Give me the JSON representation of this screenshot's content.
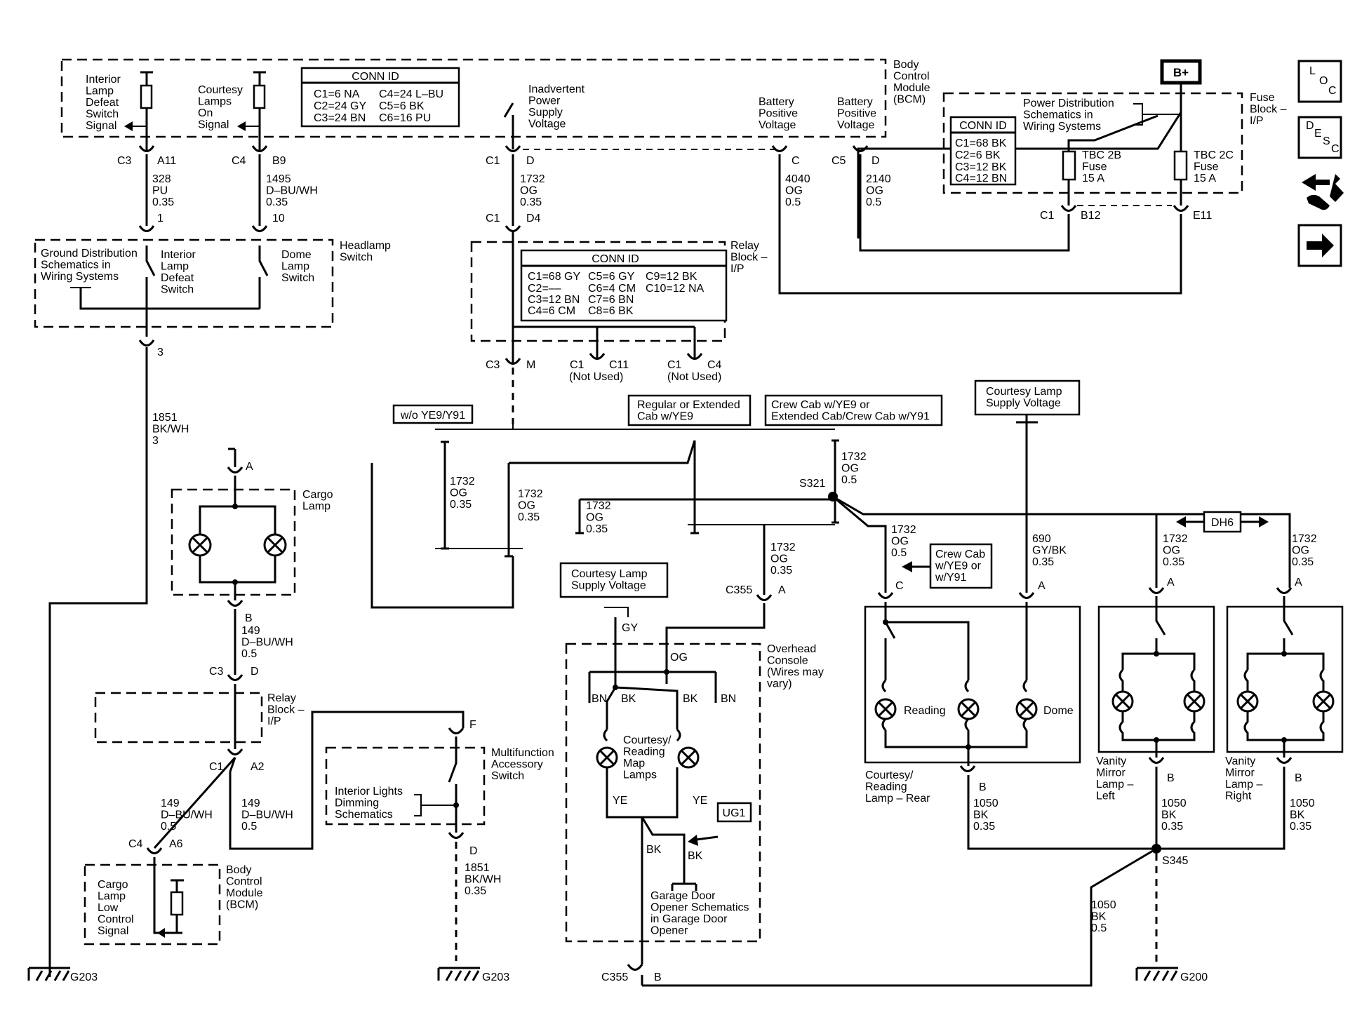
{
  "modules": {
    "bcm_top": "Body|Control|Module|(BCM)",
    "bcm_bottom": "Body|Control|Module|(BCM)",
    "fuse_block": "Fuse|Block –|I/P",
    "relay_block": "Relay|Block –|I/P",
    "relay_block2": "Relay|Block –|I/P",
    "headlamp_switch": "Headlamp|Switch",
    "multifunction_switch": "Multifunction|Accessory|Switch",
    "overhead_console": "Overhead|Console|(Wires may|vary)",
    "cargo_lamp": "Cargo|Lamp"
  },
  "signals": {
    "interior_defeat": "Interior|Lamp|Defeat|Switch|Signal",
    "courtesy_on": "Courtesy|Lamps|On|Signal",
    "inadvertent": "Inadvertent|Power|Supply|Voltage",
    "batt_pos_1": "Battery|Positive|Voltage",
    "batt_pos_2": "Battery|Positive|Voltage",
    "cargo_low": "Cargo|Lamp|Low|Control|Signal",
    "b_plus": "B+",
    "pds": "Power Distribution|Schematics in|Wiring Systems",
    "gds": "Ground Distribution|Schematics in|Wiring Systems",
    "ild_schem": "Interior Lights|Dimming|Schematics",
    "garage": "Garage Door|Opener Schematics|in Garage Door|Opener",
    "interior_defeat_switch": "Interior|Lamp|Defeat|Switch",
    "dome_switch": "Dome|Lamp|Switch",
    "courtesy_supply_1": "Courtesy Lamp|Supply Voltage",
    "courtesy_supply_2": "Courtesy Lamp|Supply Voltage"
  },
  "conn_ids": {
    "bcm": {
      "title": "CONN ID",
      "rows": [
        [
          "C1=6 NA",
          "C4=24 L–BU"
        ],
        [
          "C2=24 GY",
          "C5=6 BK"
        ],
        [
          "C3=24 BN",
          "C6=16 PU"
        ]
      ]
    },
    "fuse": {
      "title": "CONN ID",
      "rows": [
        "C1=68 BK",
        "C2=6 BK",
        "C3=12 BK",
        "C4=12 BN"
      ]
    },
    "relay": {
      "title": "CONN ID",
      "rows": [
        [
          "C1=68 GY",
          "C5=6 GY",
          "C9=12 BK"
        ],
        [
          "C2=––",
          "C6=4 CM",
          "C10=12 NA"
        ],
        [
          "C3=12 BN",
          "C7=6 BN",
          ""
        ],
        [
          "C4=6 CM",
          "C8=6 BK",
          ""
        ]
      ]
    }
  },
  "fuses": {
    "tbc2b": "TBC 2B|Fuse|15 A",
    "tbc2c": "TBC 2C|Fuse|15 A"
  },
  "options": {
    "wo": "w/o YE9/Y91",
    "reg": "Regular or Extended|Cab w/YE9",
    "crew": "Crew Cab w/YE9 or|Extended Cab/Crew Cab w/Y91",
    "crew2": "Crew Cab|w/YE9 or|w/Y91",
    "ug1": "UG1",
    "dh6": "DH6"
  },
  "connectors": {
    "c3_a11": [
      "C3",
      "A11"
    ],
    "c4_b9": [
      "C4",
      "B9"
    ],
    "c1_d": [
      "C1",
      "D"
    ],
    "c_top": [
      "C"
    ],
    "c5_d": [
      "C5",
      "D"
    ],
    "c1_b12": [
      "C1",
      "B12"
    ],
    "e11": [
      "E11"
    ],
    "c1_d4": [
      "C1",
      "D4"
    ],
    "c3_m": [
      "C3",
      "M"
    ],
    "c1_c11": [
      "C1",
      "C11",
      "(Not Used)"
    ],
    "c1_c4": [
      "C1",
      "C4",
      "(Not Used)"
    ],
    "hs_1": [
      "1"
    ],
    "hs_10": [
      "10"
    ],
    "hs_3": [
      "3"
    ],
    "cargo_a": [
      "A"
    ],
    "cargo_b": [
      "B"
    ],
    "c3_d": [
      "C3",
      "D"
    ],
    "c1_a2": [
      "C1",
      "A2"
    ],
    "c4_a6": [
      "C4",
      "A6"
    ],
    "mf_f": [
      "F"
    ],
    "mf_d": [
      "D"
    ],
    "c355_a": [
      "C355",
      "A"
    ],
    "c355_b": [
      "C355",
      "B"
    ],
    "rear_c": [
      "C"
    ],
    "rear_a": [
      "A"
    ],
    "rear_b": [
      "B"
    ],
    "vl_a": [
      "A"
    ],
    "vl_b": [
      "B"
    ],
    "vr_a": [
      "A"
    ],
    "vr_b": [
      "B"
    ]
  },
  "splices": {
    "s321": "S321",
    "s345": "S345"
  },
  "grounds": {
    "g1": "G203",
    "g2": "G203",
    "g3": "G200"
  },
  "wires": {
    "w328": "328|PU|0.35",
    "w1495": "1495|D–BU/WH|0.35",
    "w1732_top": "1732|OG|0.35",
    "w4040": "4040|OG|0.5",
    "w2140": "2140|OG|0.5",
    "w1851_top": "1851|BK/WH|3",
    "w1732_a": "1732|OG|0.35",
    "w1732_b": "1732|OG|0.35",
    "w1732_c": "1732|OG|0.35",
    "w1732_d": "1732|OG|0.5",
    "w1732_e": "1732|OG|0.35",
    "w1732_f": "1732|OG|0.5",
    "w690": "690|GY/BK|0.35",
    "w1732_g": "1732|OG|0.35",
    "w1732_h": "1732|OG|0.35",
    "w149_a": "149|D–BU/WH|0.5",
    "w149_b": "149|D–BU/WH|0.5",
    "w149_c": "149|D–BU/WH|0.5",
    "w1851_bot": "1851|BK/WH|0.35",
    "w1050_a": "1050|BK|0.35",
    "w1050_b": "1050|BK|0.35",
    "w1050_c": "1050|BK|0.35",
    "w1050_d": "1050|BK|0.5",
    "gy": "GY",
    "og": "OG",
    "bn1": "BN",
    "bk1": "BK",
    "bk2": "BK",
    "bn2": "BN",
    "ye1": "YE",
    "ye2": "YE",
    "bk3": "BK",
    "bk4": "BK"
  },
  "lamps": {
    "courtesy_map": "Courtesy/|Reading|Map|Lamps",
    "reading": "Reading",
    "dome": "Dome",
    "rear": "Courtesy/|Reading|Lamp – Rear",
    "vanity_left": "Vanity|Mirror|Lamp –|Left",
    "vanity_right": "Vanity|Mirror|Lamp –|Right"
  },
  "nav_icons": {
    "loc": [
      "L",
      "O",
      "C"
    ],
    "desc": [
      "D",
      "E",
      "S",
      "C"
    ],
    "icons": [
      "connector-icon",
      "arrow-right-icon"
    ]
  }
}
